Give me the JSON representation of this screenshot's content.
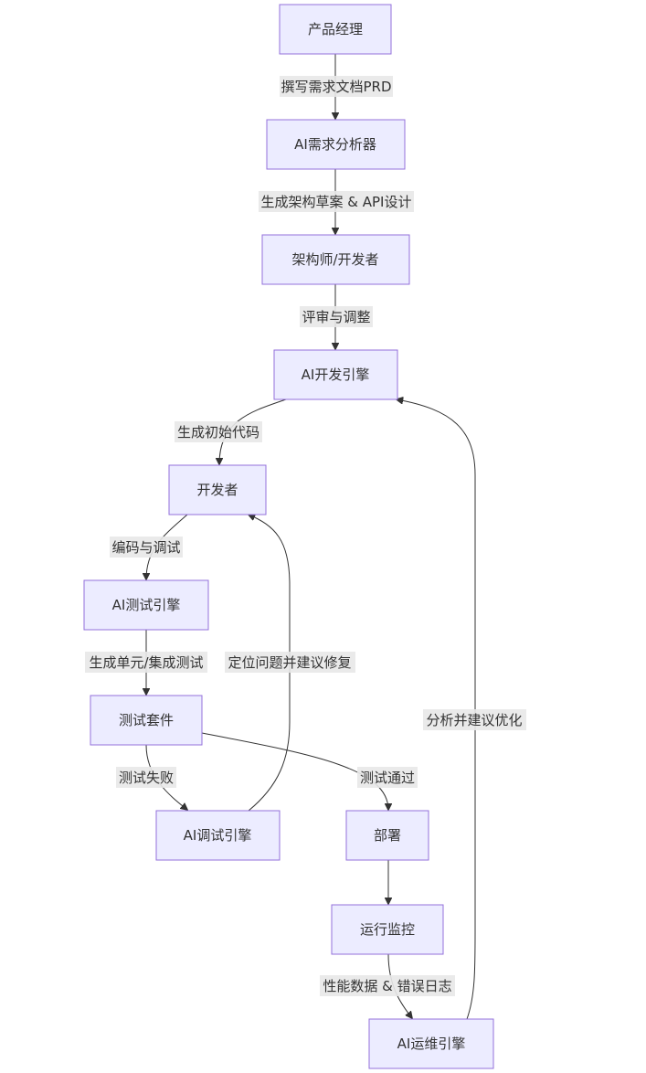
{
  "nodes": {
    "pm": "产品经理",
    "ai_req_analyzer": "AI需求分析器",
    "architect_dev": "架构师/开发者",
    "ai_dev_engine": "AI开发引擎",
    "developer": "开发者",
    "ai_test_engine": "AI测试引擎",
    "test_suite": "测试套件",
    "ai_debug_engine": "AI调试引擎",
    "deploy": "部署",
    "monitoring": "运行监控",
    "ai_ops_engine": "AI运维引擎"
  },
  "edges": {
    "write_prd": "撰写需求文档PRD",
    "gen_arch_api": "生成架构草案 & API设计",
    "review_adjust": "评审与调整",
    "gen_initial_code": "生成初始代码",
    "code_debug": "编码与调试",
    "gen_tests": "生成单元/集成测试",
    "locate_fix": "定位问题并建议修复",
    "test_fail": "测试失败",
    "test_pass": "测试通过",
    "perf_logs": "性能数据 & 错误日志",
    "analyze_optimize": "分析并建议优化"
  }
}
